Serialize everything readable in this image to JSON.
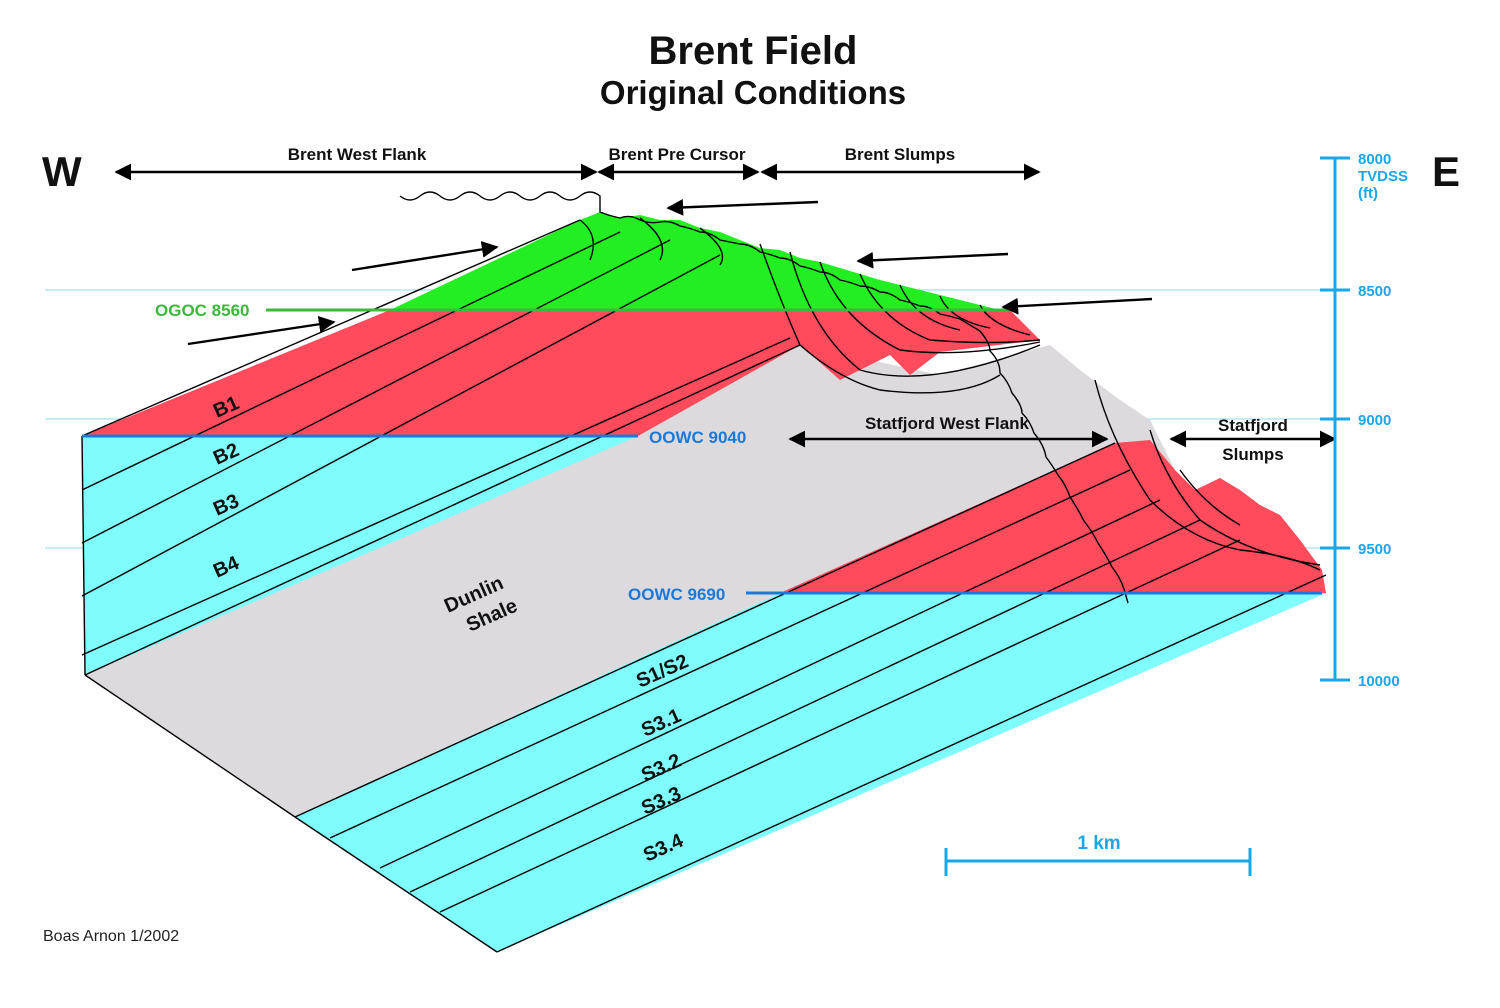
{
  "title": "Brent Field",
  "subtitle": "Original Conditions",
  "directions": {
    "west": "W",
    "east": "E"
  },
  "spans": {
    "brent_west_flank": "Brent West Flank",
    "brent_pre_cursor": "Brent Pre Cursor",
    "brent_slumps": "Brent Slumps",
    "statfjord_west_flank": "Statfjord West Flank",
    "statfjord_slumps_1": "Statfjord",
    "statfjord_slumps_2": "Slumps"
  },
  "contacts": {
    "ogoc": "OGOC 8560",
    "oowc_upper": "OOWC 9040",
    "oowc_lower": "OOWC 9690"
  },
  "zones": {
    "b1": "B1",
    "b2": "B2",
    "b3": "B3",
    "b4": "B4",
    "dunlin_1": "Dunlin",
    "dunlin_2": "Shale",
    "s1s2": "S1/S2",
    "s31": "S3.1",
    "s32": "S3.2",
    "s33": "S3.3",
    "s34": "S3.4"
  },
  "depth_axis": {
    "unit_1": "TVDSS",
    "unit_2": "(ft)",
    "ticks": [
      "8000",
      "8500",
      "9000",
      "9500",
      "10000"
    ]
  },
  "scale_bar": {
    "label": "1 km"
  },
  "credit": "Boas Arnon 1/2002",
  "colors": {
    "gas": "#22ee22",
    "oil": "#ff4b5c",
    "water": "#7ffcfc",
    "shale": "#dcdadd",
    "contact_green": "#3cb83c",
    "contact_blue": "#1d79d8",
    "axis_blue": "#1aa7e8"
  }
}
